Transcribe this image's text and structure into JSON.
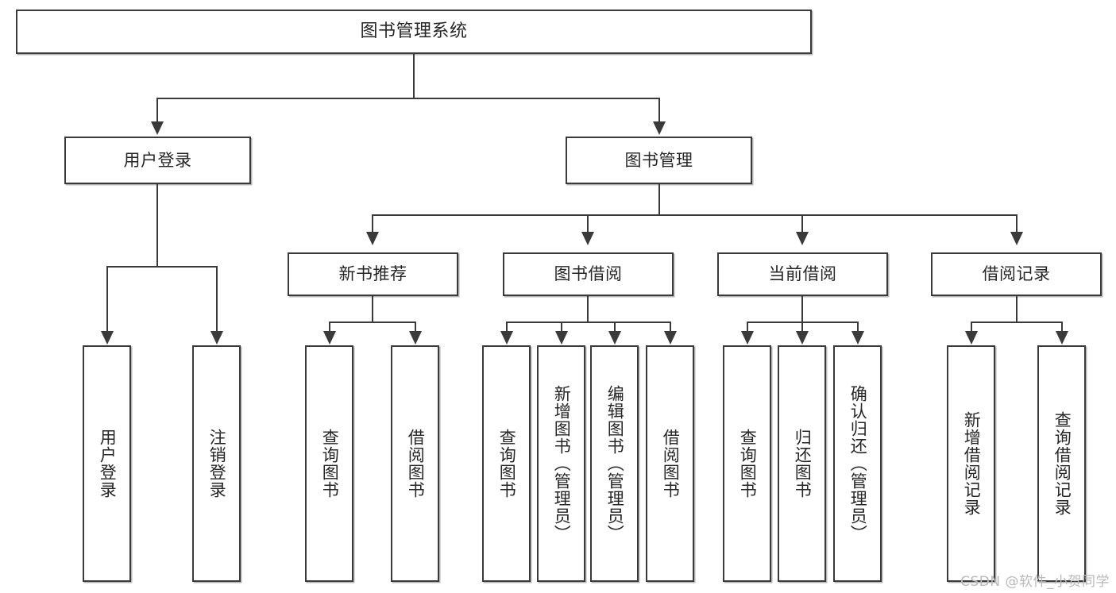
{
  "diagram": {
    "title": "图书管理系统",
    "type": "tree",
    "watermark": "CSDN @软件_小贺同学",
    "colors": {
      "background": "#ffffff",
      "box_border": "#3a3a3a",
      "box_fill": "#ffffff",
      "connector": "#3a3a3a",
      "text": "#262626",
      "watermark": "#b9b9b9"
    },
    "nodes": {
      "root": {
        "label": "图书管理系统"
      },
      "level2": [
        {
          "id": "user-login",
          "label": "用户登录"
        },
        {
          "id": "book-manage",
          "label": "图书管理"
        }
      ],
      "level3": [
        {
          "id": "new-book-recommend",
          "label": "新书推荐"
        },
        {
          "id": "book-borrow",
          "label": "图书借阅"
        },
        {
          "id": "current-borrow",
          "label": "当前借阅"
        },
        {
          "id": "borrow-record",
          "label": "借阅记录"
        }
      ],
      "leaves": {
        "user_login": [
          {
            "id": "leaf-user-login",
            "label": "用户登录"
          },
          {
            "id": "leaf-logout-login",
            "label": "注销登录"
          }
        ],
        "new_book_recommend": [
          {
            "id": "leaf-query-book-1",
            "label": "查询图书"
          },
          {
            "id": "leaf-borrow-book-1",
            "label": "借阅图书"
          }
        ],
        "book_borrow": [
          {
            "id": "leaf-query-book-2",
            "label": "查询图书"
          },
          {
            "id": "leaf-add-book",
            "label": "新增图书（管理员）"
          },
          {
            "id": "leaf-edit-book",
            "label": "编辑图书（管理员）"
          },
          {
            "id": "leaf-borrow-book-2",
            "label": "借阅图书"
          }
        ],
        "current_borrow": [
          {
            "id": "leaf-query-book-3",
            "label": "查询图书"
          },
          {
            "id": "leaf-return-book",
            "label": "归还图书"
          },
          {
            "id": "leaf-confirm-return",
            "label": "确认归还（管理员）"
          }
        ],
        "borrow_record": [
          {
            "id": "leaf-add-record",
            "label": "新增借阅记录"
          },
          {
            "id": "leaf-query-record",
            "label": "查询借阅记录"
          }
        ]
      }
    }
  }
}
